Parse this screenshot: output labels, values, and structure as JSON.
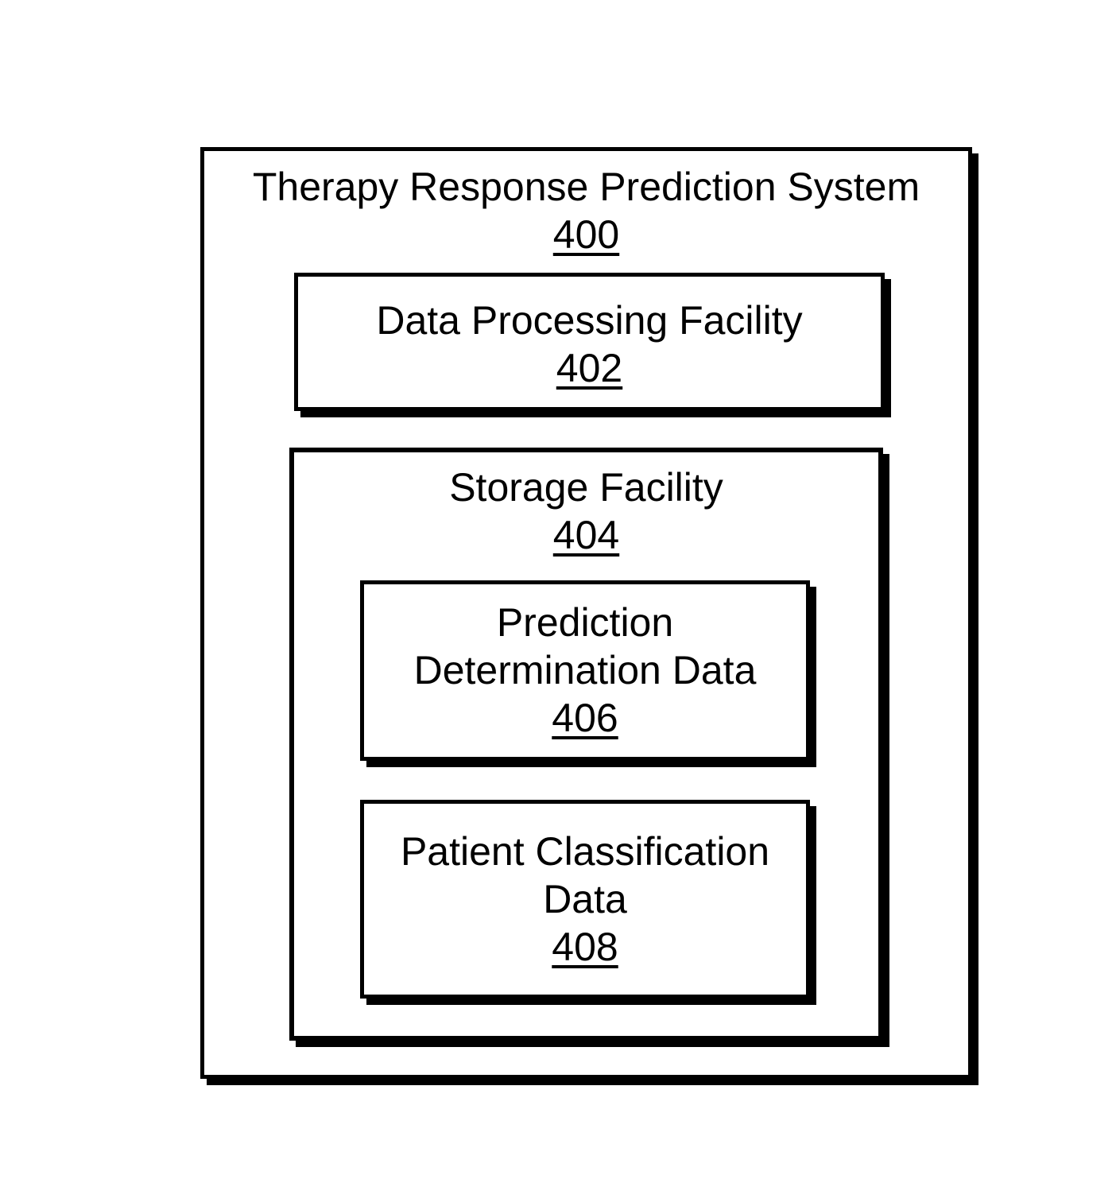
{
  "figure": {
    "system": {
      "title": "Therapy Response Prediction System",
      "ref": "400"
    },
    "data_processing": {
      "title": "Data Processing Facility",
      "ref": "402"
    },
    "storage": {
      "title": "Storage Facility",
      "ref": "404"
    },
    "prediction_determination": {
      "line1": "Prediction",
      "line2": "Determination Data",
      "ref": "406"
    },
    "patient_classification": {
      "line1": "Patient Classification",
      "line2": "Data",
      "ref": "408"
    },
    "colors": {
      "line": "#000000",
      "background": "#ffffff"
    }
  }
}
